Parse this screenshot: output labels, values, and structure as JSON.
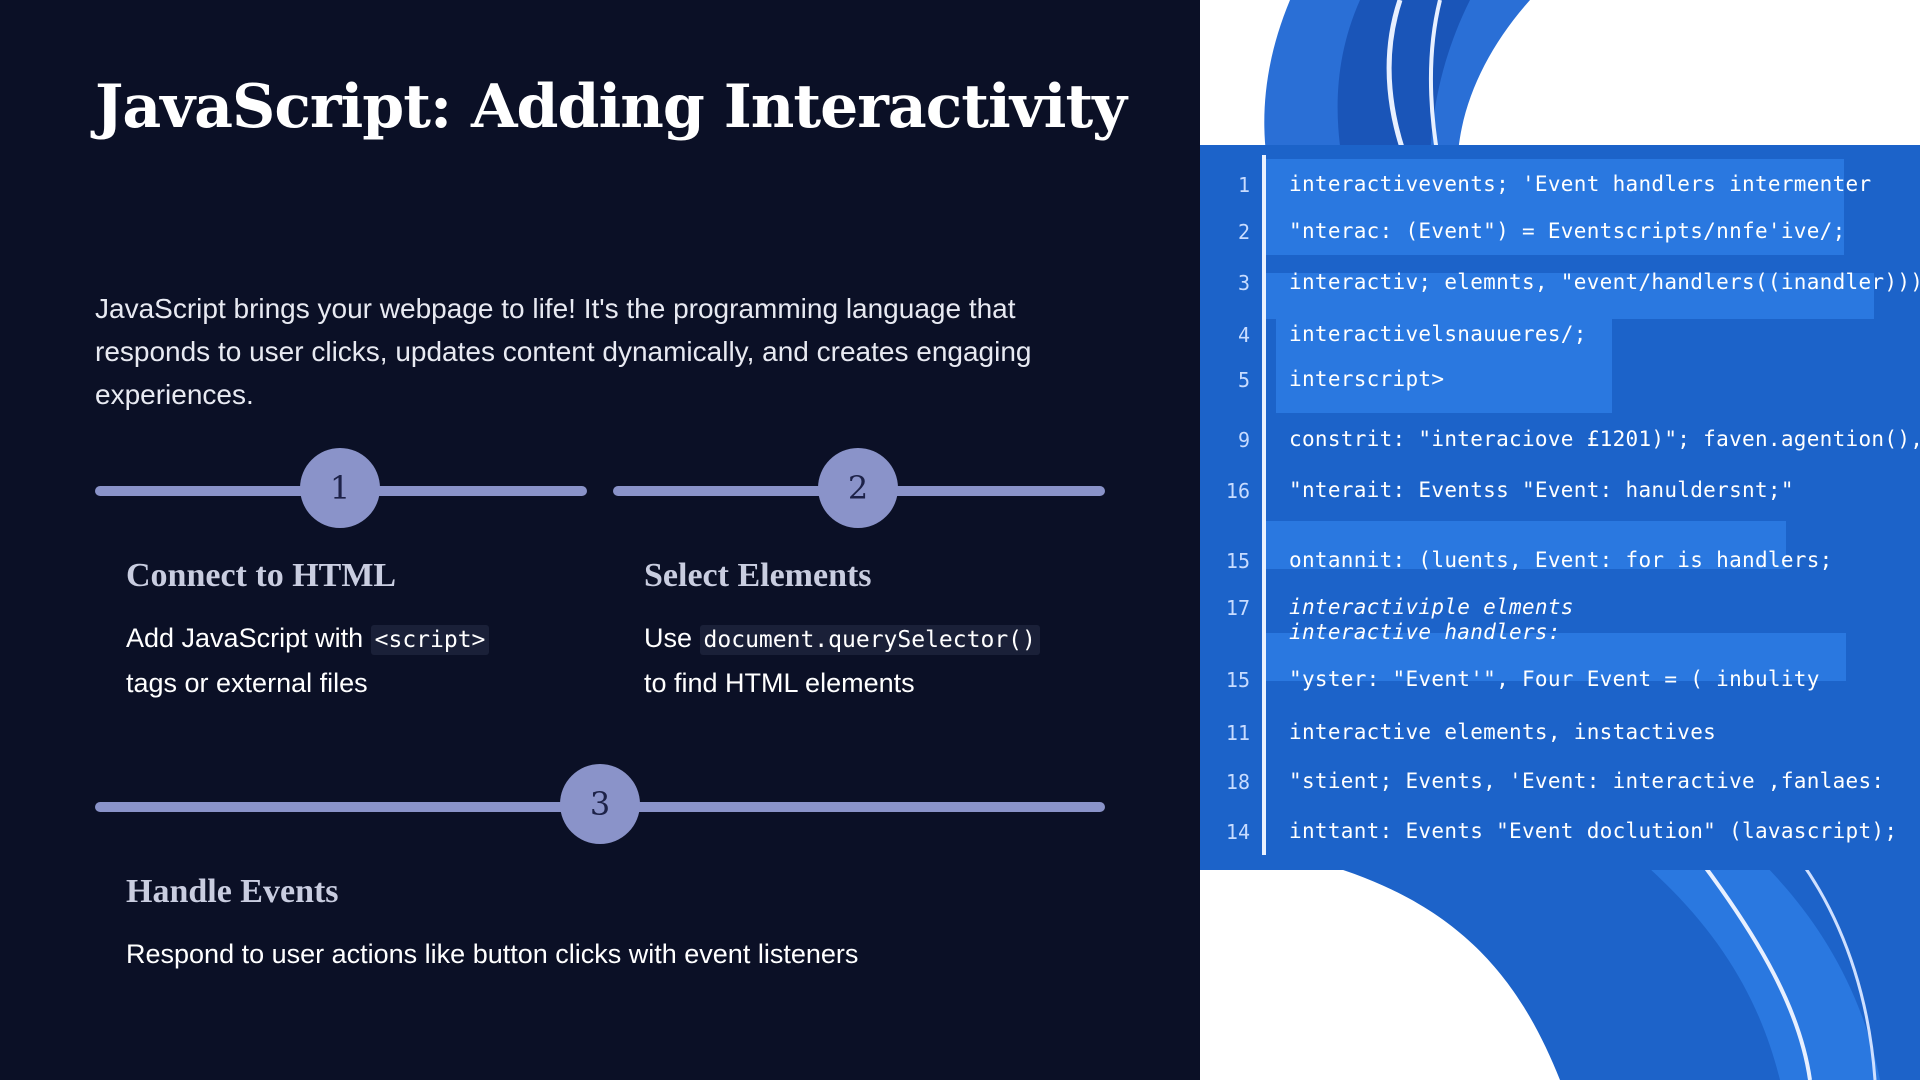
{
  "slide": {
    "title": "JavaScript: Adding Interactivity",
    "intro": "JavaScript brings your webpage to life! It's the programming language that responds to user clicks, updates content dynamically, and creates engaging experiences."
  },
  "steps": [
    {
      "number": "1",
      "title": "Connect to HTML",
      "desc_before": "Add JavaScript with",
      "desc_code": "<script>",
      "desc_after": "tags or external files"
    },
    {
      "number": "2",
      "title": "Select Elements",
      "desc_before": "Use",
      "desc_code": "document.querySelector()",
      "desc_after": "to find HTML elements"
    },
    {
      "number": "3",
      "title": "Handle Events",
      "desc": "Respond to user actions like button clicks with event listeners"
    }
  ],
  "code_image": {
    "lines": [
      {
        "no": "1",
        "text": "interactivevents; 'Event handlers intermenter"
      },
      {
        "no": "2",
        "text": "\"nterac: (Event\") = Eventscripts/nnfe'ive/;"
      },
      {
        "no": "3",
        "text": "interactiv; elemnts, \"event/handlers((inandler)))"
      },
      {
        "no": "4",
        "text": "interactivelsnauueres/;"
      },
      {
        "no": "5",
        "text": "interscript>"
      },
      {
        "no": "9",
        "text": "constrit: \"interaciove £1201)\"; faven.agention(),"
      },
      {
        "no": "16",
        "text": "\"nterait: Eventss \"Event: hanuldersnt;\""
      },
      {
        "no": "15",
        "text": "ontannit: (luents, Event: for is handlers;"
      },
      {
        "no": "17",
        "text": "interactiviple elments"
      },
      {
        "no": "",
        "text": "interactive handlers:"
      },
      {
        "no": "15",
        "text": "\"yster: \"Event'\", Four Event = ( inbulity"
      },
      {
        "no": "11",
        "text": "interactive elements, instactives"
      },
      {
        "no": "18",
        "text": "\"stient; Events, 'Event: interactive ,fanlaes:"
      },
      {
        "no": "14",
        "text": "inttant: Events \"Event doclution\" (lavascript);"
      }
    ]
  }
}
